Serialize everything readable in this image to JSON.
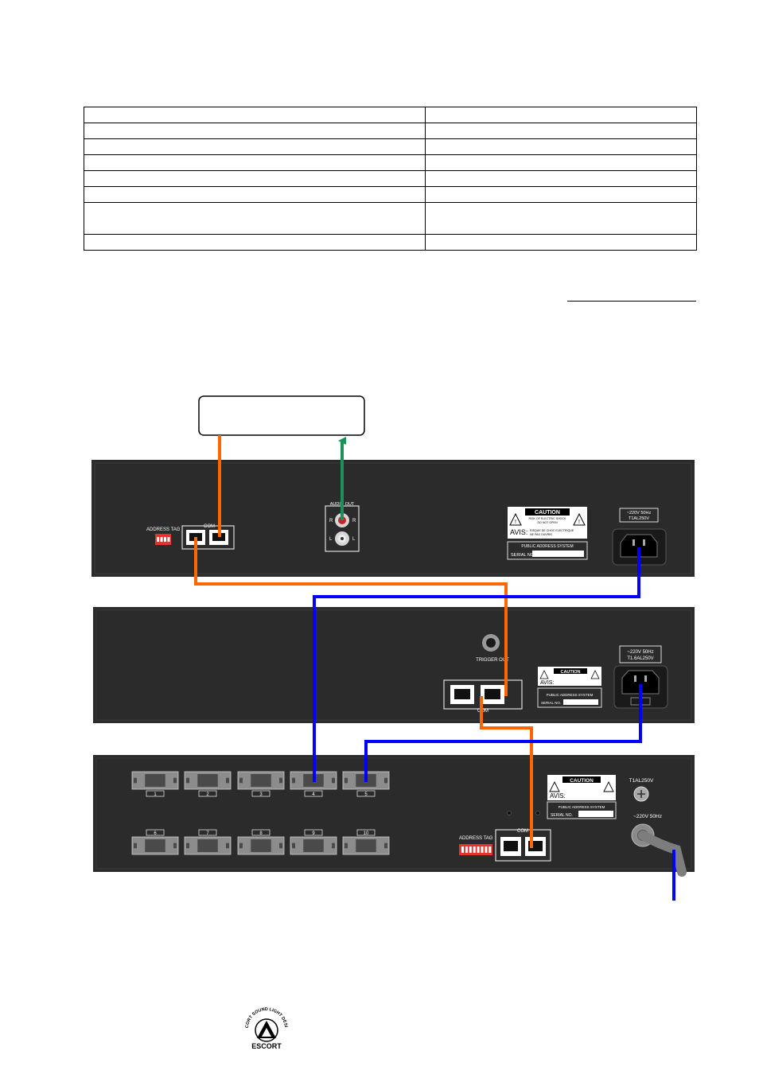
{
  "spec_table": {
    "rows": [
      [
        "",
        ""
      ],
      [
        "",
        ""
      ],
      [
        "",
        ""
      ],
      [
        "",
        ""
      ],
      [
        "",
        ""
      ],
      [
        "",
        ""
      ],
      [
        "",
        ""
      ],
      [
        "",
        ""
      ]
    ]
  },
  "unit1": {
    "address_tag": "ADDRESS TAG",
    "com": "COM",
    "audio_out": "AUDIO OUT",
    "r": "R",
    "l": "L",
    "caution": "CAUTION",
    "caution_line1": "RISK OF ELECTRIC SHOCK",
    "caution_line2": "DO NOT OPEN",
    "avis": "AVIS:",
    "avis_line1": "RISQUE DE CHOC ELECTRIQUE",
    "avis_line2": "NE PAS OUVRIR",
    "product": "PUBLIC ADDRESS SYSTEM",
    "serial": "SERIAL NO.",
    "power": "~220V 50Hz",
    "fuse": "T1AL250V"
  },
  "unit2": {
    "trigger_out": "TRIGGER OUT",
    "com": "COM",
    "caution": "CAUTION",
    "avis": "AVIS:",
    "product": "PUBLIC ADDRESS SYSTEM",
    "serial": "SERIAL NO.",
    "power": "~220V 50Hz",
    "fuse": "T1.6AL250V"
  },
  "unit3": {
    "outlets_top": [
      "1",
      "2",
      "3",
      "4",
      "5"
    ],
    "outlets_bottom": [
      "6",
      "7",
      "8",
      "9",
      "10"
    ],
    "address_tag": "ADDRESS TAG",
    "com": "COM",
    "caution": "CAUTION",
    "avis": "AVIS:",
    "product": "PUBLIC ADDRESS SYSTEM",
    "serial": "SERIAL NO.",
    "fuse": "T1AL250V",
    "power": "~220V 50Hz"
  },
  "logo": {
    "arc_text": "ESCORT SOUND LIGHT DESIGN",
    "name": "ESCORT"
  },
  "colors": {
    "com_cable": "#ff6600",
    "power_cable": "#0000ff",
    "audio_cable": "#1f8f5a",
    "panel": "#2b2b2b"
  }
}
